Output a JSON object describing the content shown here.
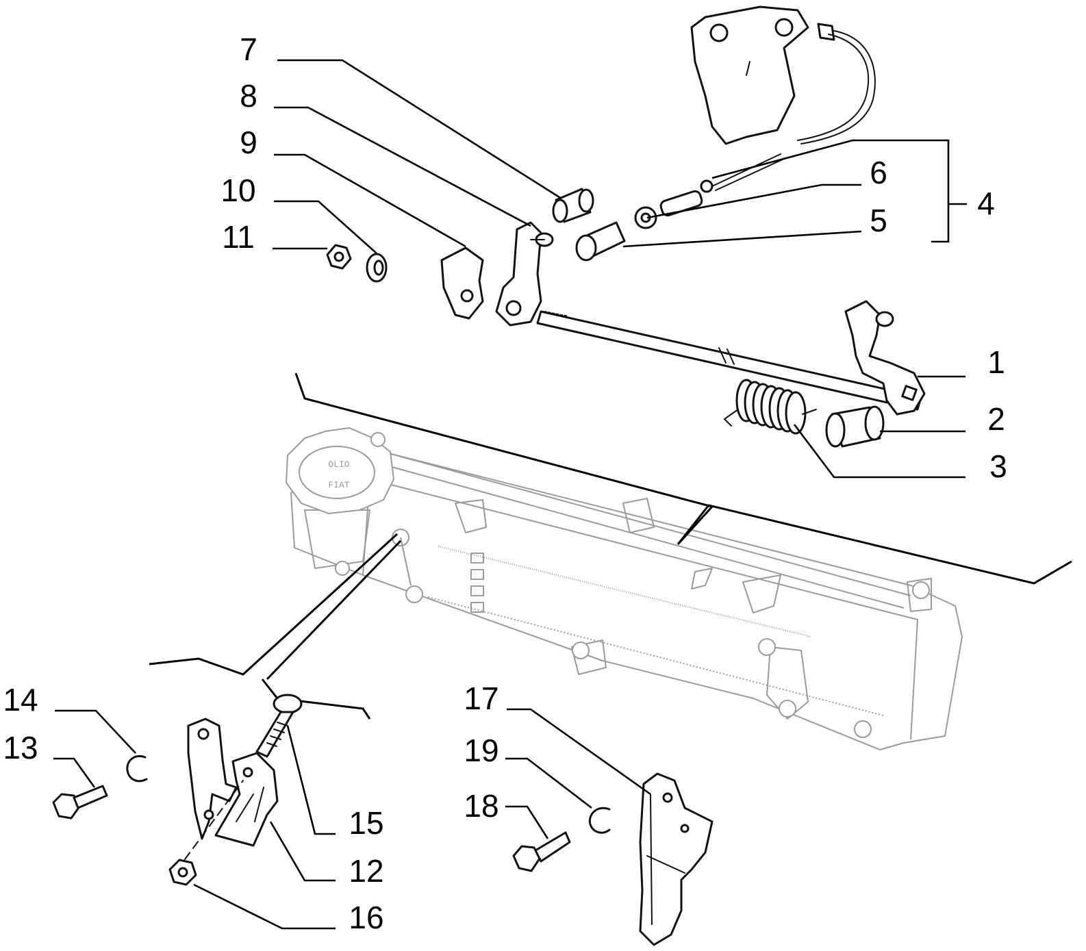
{
  "callouts": {
    "c1": "1",
    "c2": "2",
    "c3": "3",
    "c4": "4",
    "c5": "5",
    "c6": "6",
    "c7": "7",
    "c8": "8",
    "c9": "9",
    "c10": "10",
    "c11": "11",
    "c12": "12",
    "c13": "13",
    "c14": "14",
    "c15": "15",
    "c16": "16",
    "c17": "17",
    "c18": "18",
    "c19": "19"
  },
  "cap_text": {
    "line1": "OLIO",
    "line2": "FIAT"
  }
}
